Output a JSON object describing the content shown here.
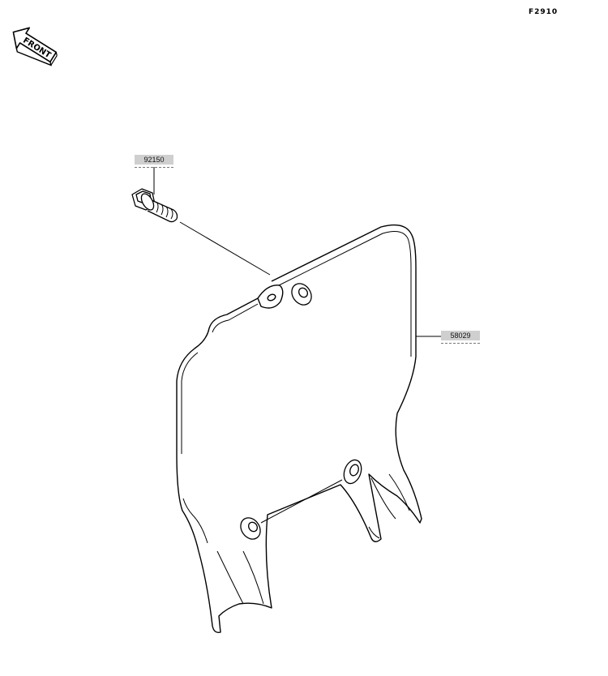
{
  "figure": {
    "code": "F2910",
    "direction_label": "FRONT"
  },
  "parts": [
    {
      "number": "92150",
      "description_icon": "flange-bolt-icon"
    },
    {
      "number": "58029",
      "description_icon": "number-plate-icon"
    }
  ],
  "colors": {
    "line": "#000000",
    "label_background": "#cfcfcf"
  }
}
